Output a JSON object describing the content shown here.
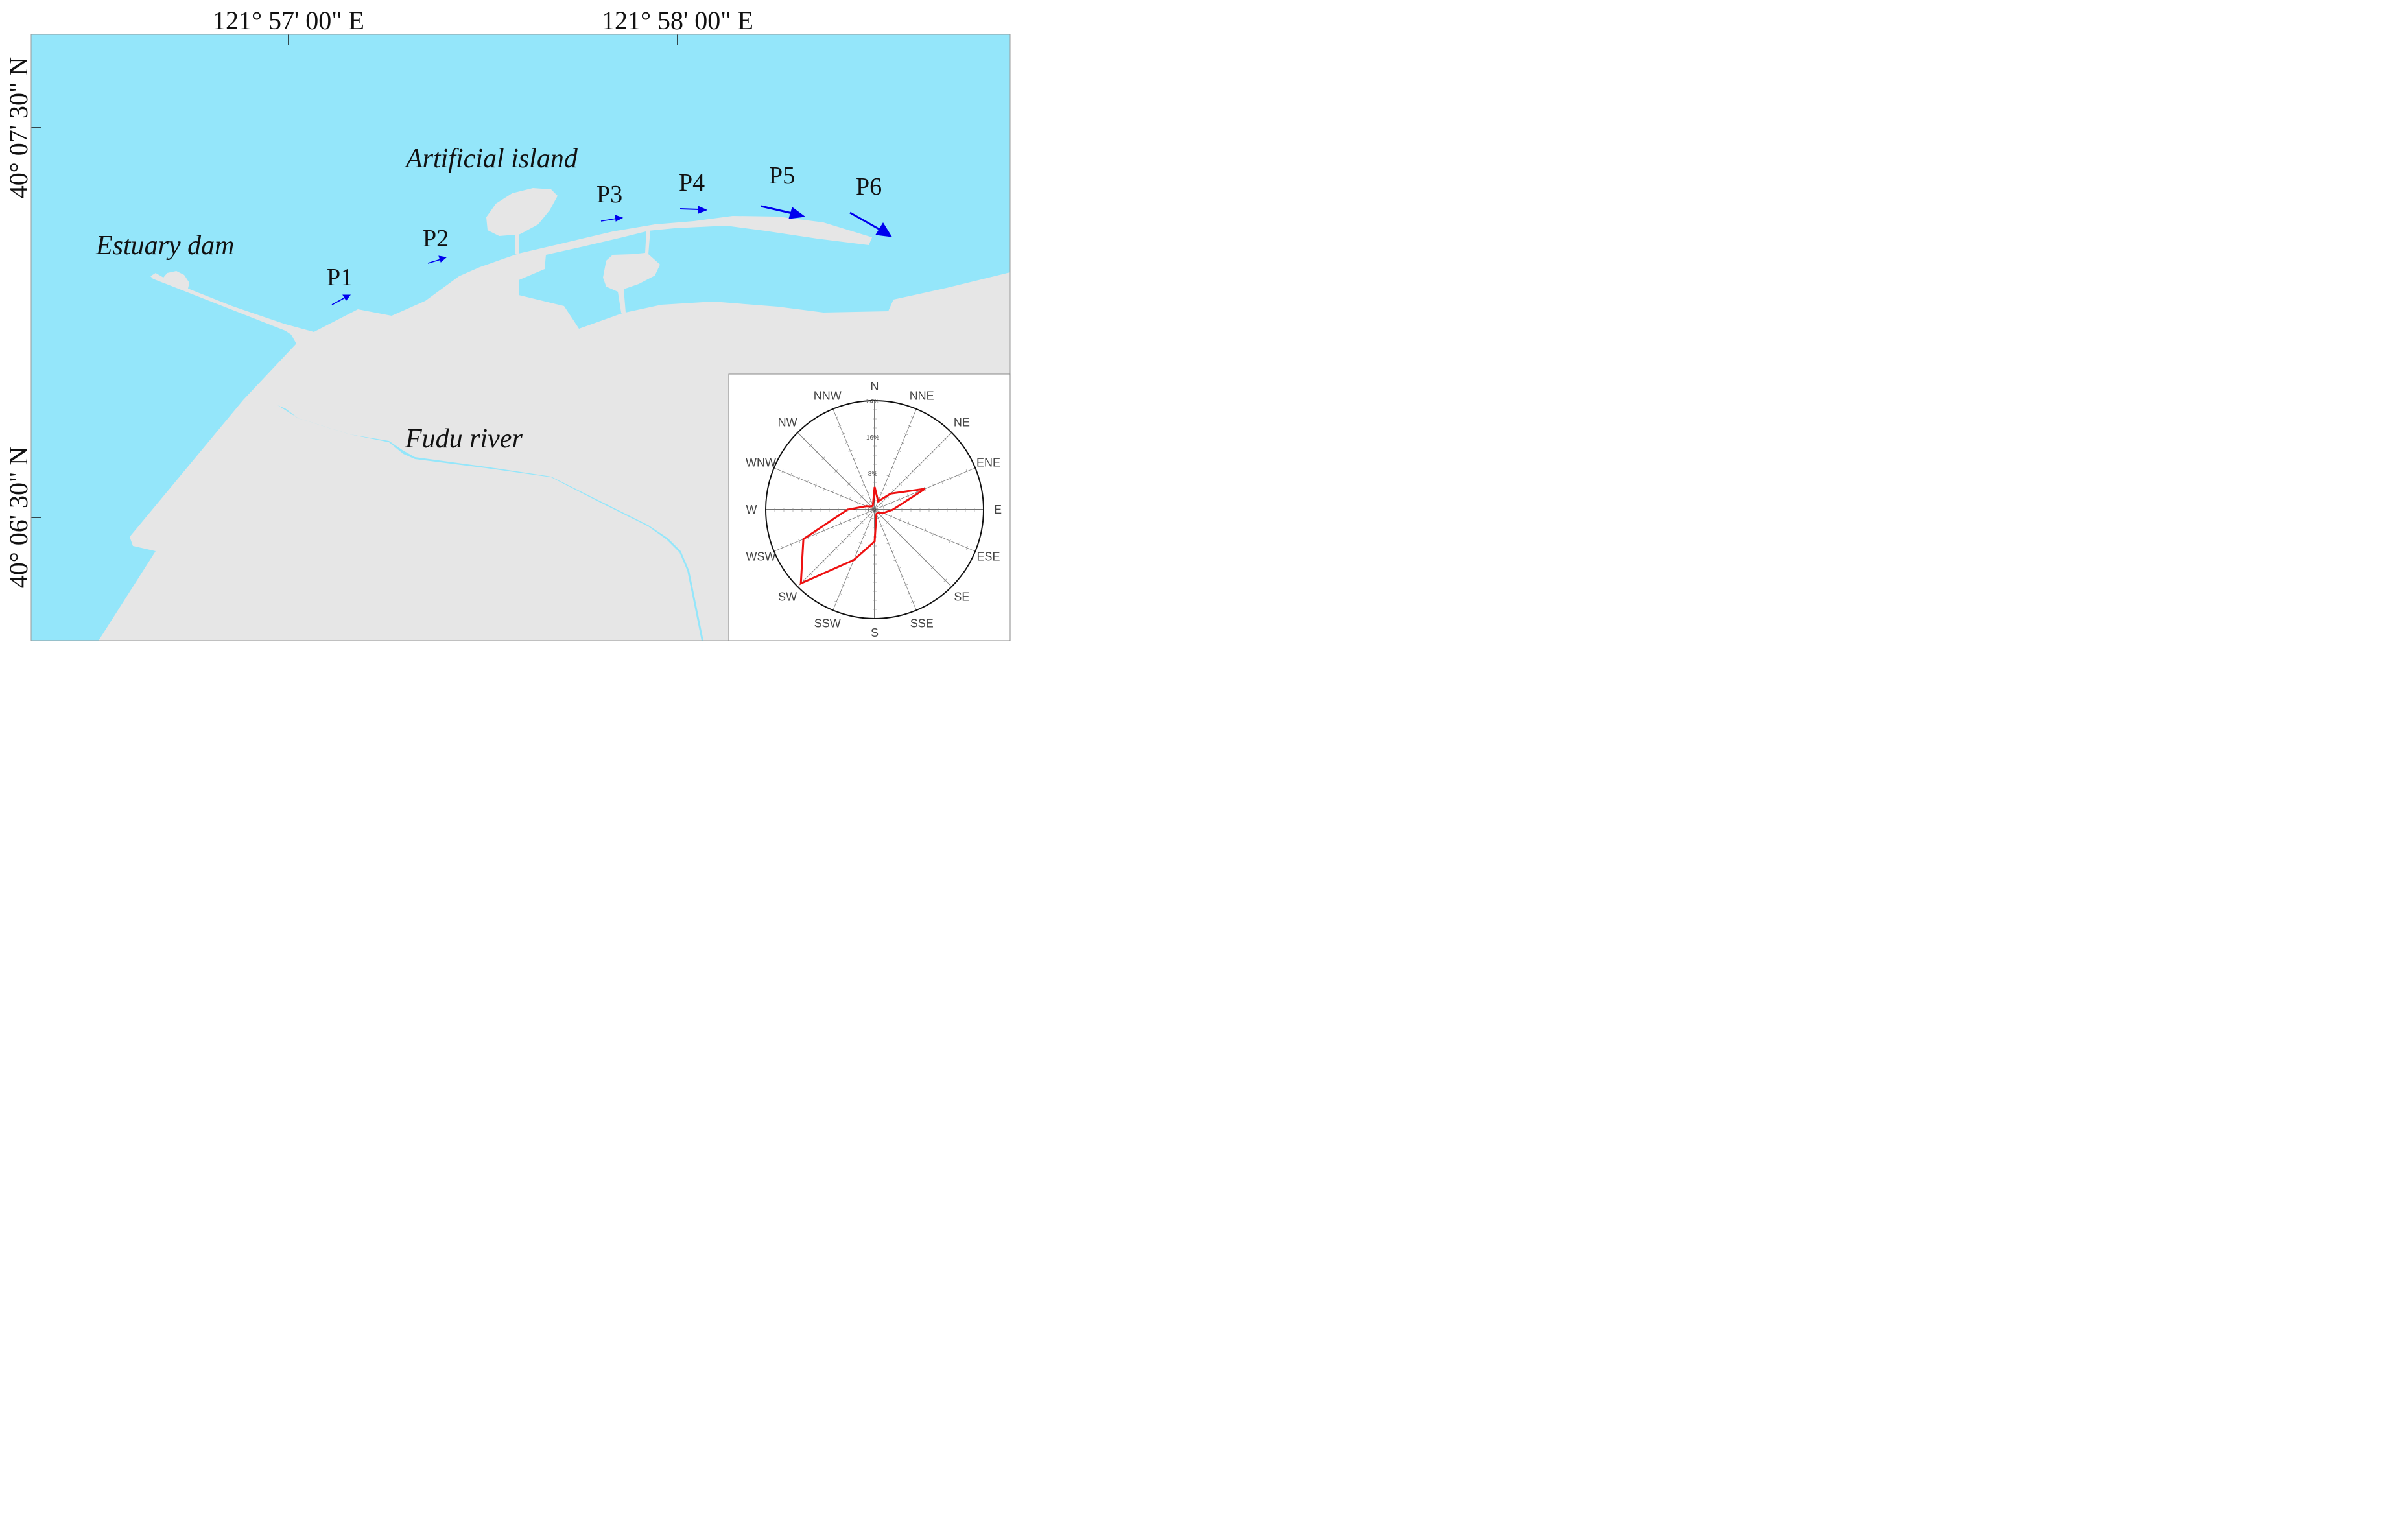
{
  "colors": {
    "water": "#94e6fa",
    "land": "#e6e6e6",
    "current_arrow": "#0000ee",
    "wind_rose_line": "#ee1111"
  },
  "axes": {
    "lon_ticks": [
      "121° 57' 00\" E",
      "121° 58' 00\" E"
    ],
    "lat_ticks": [
      "40° 07' 30\" N",
      "40° 06' 30\" N"
    ]
  },
  "places": {
    "estuary_dam": "Estuary dam",
    "artificial_island": "Artificial island",
    "fudu_river": "Fudu river"
  },
  "points": [
    {
      "label": "P1",
      "arrow": "small"
    },
    {
      "label": "P2",
      "arrow": "small"
    },
    {
      "label": "P3",
      "arrow": "small"
    },
    {
      "label": "P4",
      "arrow": "small"
    },
    {
      "label": "P5",
      "arrow": "large"
    },
    {
      "label": "P6",
      "arrow": "large"
    }
  ],
  "chart_data": {
    "type": "radar",
    "directions": [
      "N",
      "NNE",
      "NE",
      "ENE",
      "E",
      "ESE",
      "SE",
      "SSE",
      "S",
      "SSW",
      "SW",
      "WSW",
      "W",
      "WNW",
      "NW",
      "NNW"
    ],
    "values": [
      5,
      2,
      5,
      12,
      4,
      2,
      1,
      1,
      7,
      12,
      23,
      17,
      6,
      2,
      1,
      1
    ],
    "ring_labels": [
      "0%",
      "8%",
      "16%",
      "24%"
    ],
    "r_max": 24
  }
}
